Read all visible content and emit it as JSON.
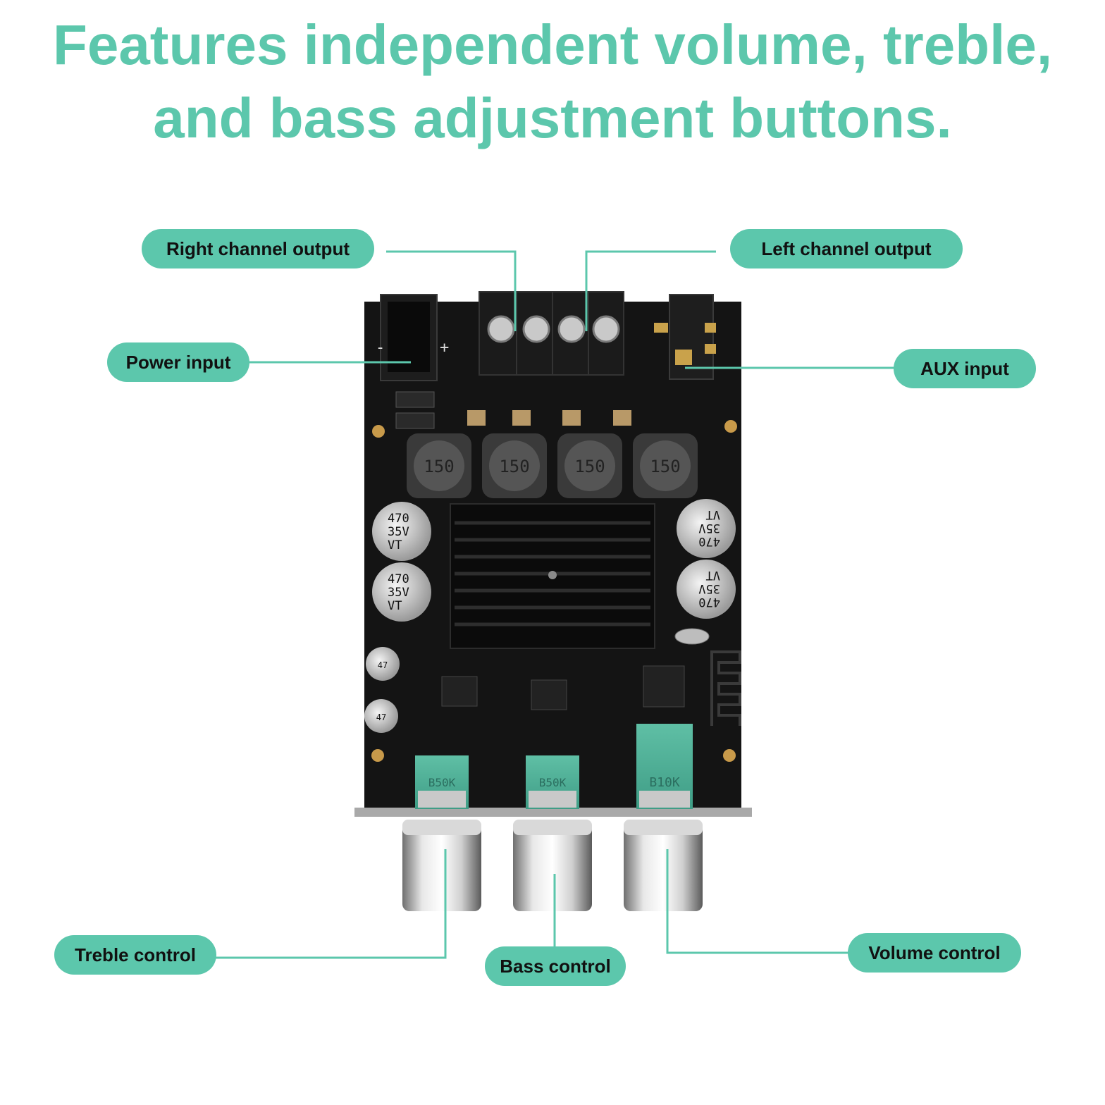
{
  "headline": {
    "line1": "Features independent volume, treble,",
    "line2": "and bass adjustment buttons."
  },
  "colors": {
    "accent": "#5cc7ac",
    "board": "#141414",
    "label_text": "#111111"
  },
  "callouts": {
    "right_channel_output": "Right channel output",
    "left_channel_output": "Left channel output",
    "power_input": "Power input",
    "aux_input": "AUX input",
    "treble_control": "Treble control",
    "bass_control": "Bass control",
    "volume_control": "Volume control"
  },
  "board_markings": {
    "inductor": "150",
    "cap_line1": "470",
    "cap_line2": "35V",
    "cap_line3": "VT",
    "small_cap": "47",
    "pot_left": "B50K",
    "pot_mid": "B50K",
    "pot_right": "B10K"
  }
}
